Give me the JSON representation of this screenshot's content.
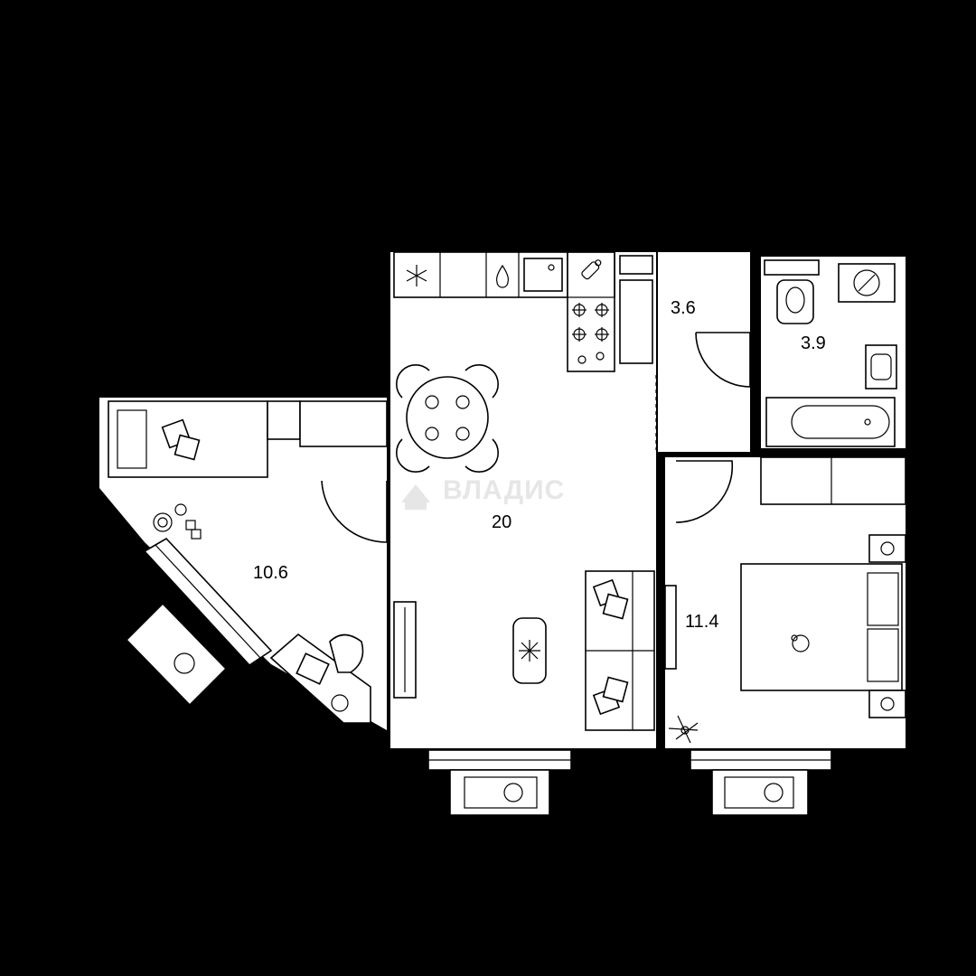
{
  "rooms": {
    "kitchen_living": {
      "area": "20"
    },
    "hall": {
      "area": "3.6"
    },
    "bathroom": {
      "area": "3.9"
    },
    "bedroom_left": {
      "area": "10.6"
    },
    "bedroom_right": {
      "area": "11.4"
    }
  },
  "watermark": {
    "text": "ВЛАДИС"
  },
  "colors": {
    "walls": "#000000",
    "floor": "#ffffff",
    "watermark": "#e6e6e6"
  },
  "icons": [
    "snowflake-icon",
    "drop-icon",
    "fan-icon",
    "flower-icon",
    "cat-icon"
  ]
}
